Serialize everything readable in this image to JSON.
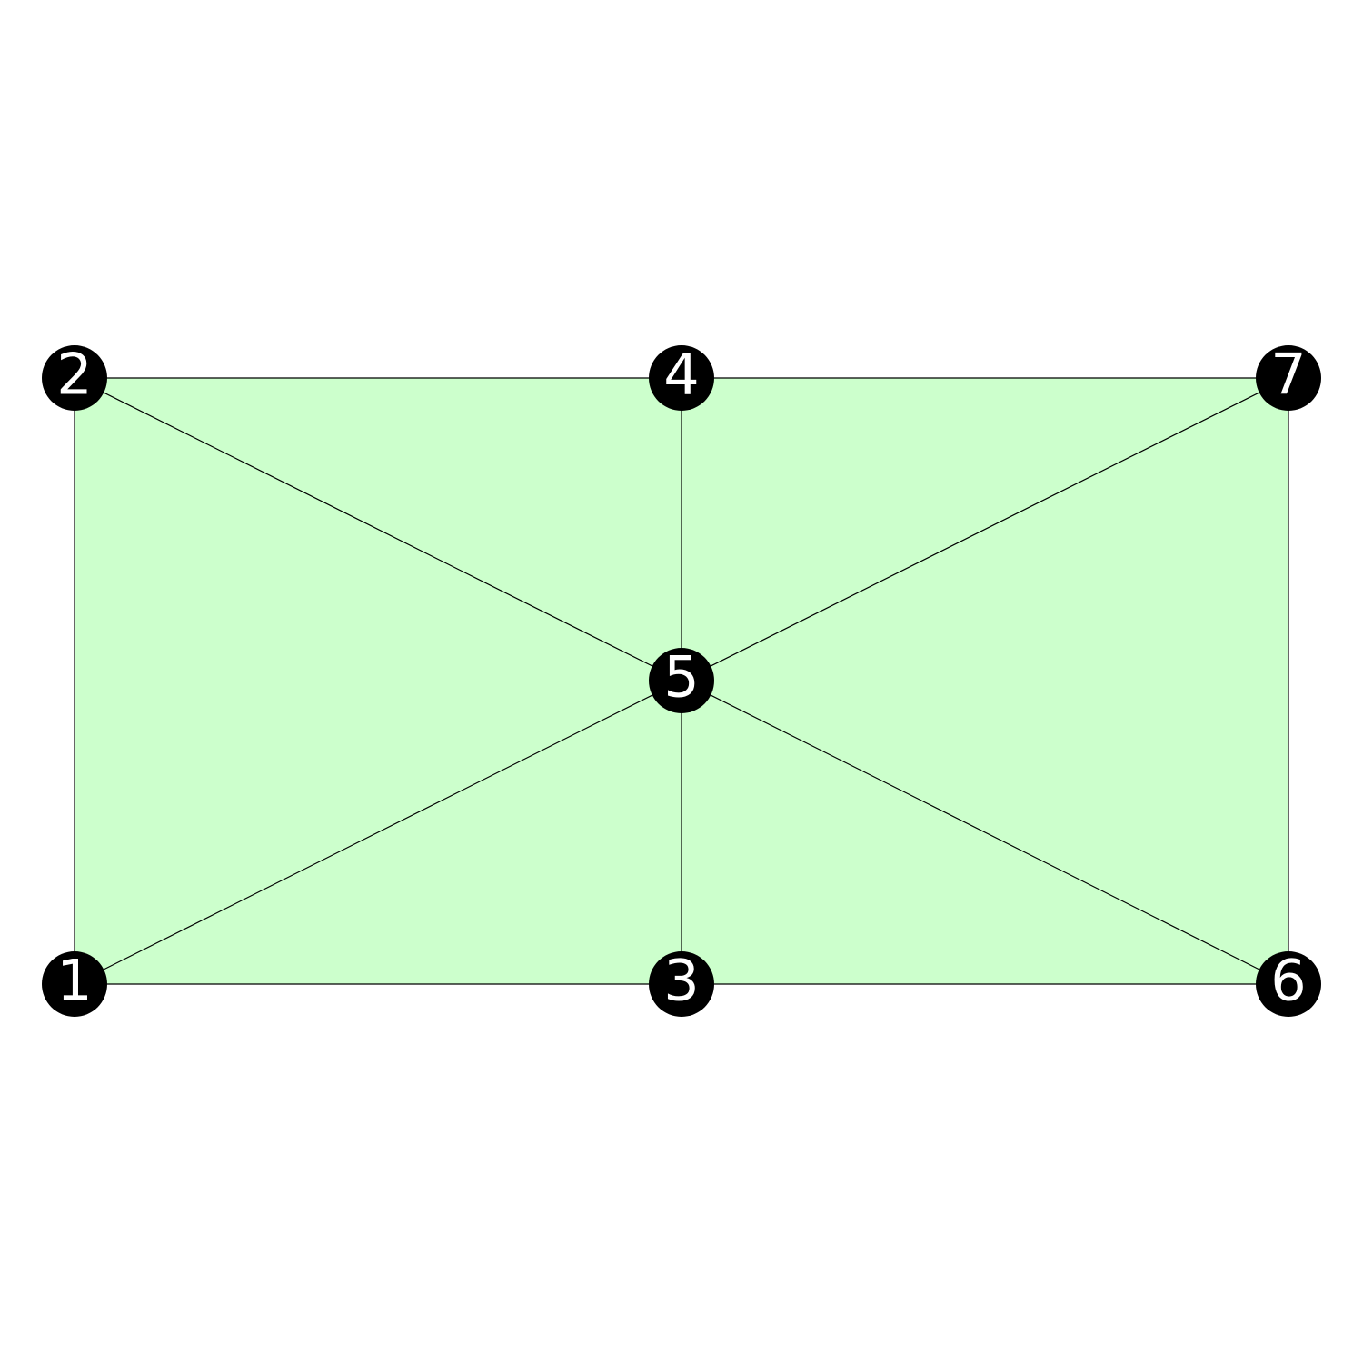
{
  "colors": {
    "fill": "#ccffcc",
    "edge": "#000000",
    "node": "#000000",
    "label": "#ffffff"
  },
  "nodes": [
    {
      "id": "1",
      "label": "1"
    },
    {
      "id": "2",
      "label": "2"
    },
    {
      "id": "3",
      "label": "3"
    },
    {
      "id": "4",
      "label": "4"
    },
    {
      "id": "5",
      "label": "5"
    },
    {
      "id": "6",
      "label": "6"
    },
    {
      "id": "7",
      "label": "7"
    }
  ],
  "triangles": [
    [
      "1",
      "5",
      "2"
    ],
    [
      "2",
      "5",
      "4"
    ],
    [
      "1",
      "3",
      "5"
    ],
    [
      "3",
      "6",
      "5"
    ],
    [
      "4",
      "5",
      "7"
    ],
    [
      "5",
      "6",
      "7"
    ]
  ],
  "edges": [
    [
      "1",
      "2"
    ],
    [
      "2",
      "4"
    ],
    [
      "4",
      "7"
    ],
    [
      "7",
      "6"
    ],
    [
      "6",
      "3"
    ],
    [
      "3",
      "1"
    ],
    [
      "2",
      "5"
    ],
    [
      "4",
      "5"
    ],
    [
      "7",
      "5"
    ],
    [
      "1",
      "5"
    ],
    [
      "3",
      "5"
    ],
    [
      "6",
      "5"
    ]
  ]
}
